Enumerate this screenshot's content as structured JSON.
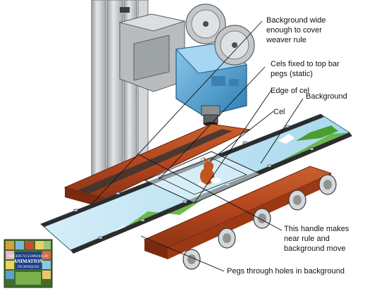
{
  "labels": {
    "background_wide": [
      "Background wide",
      "enough to cover",
      "weaver rule"
    ],
    "cels_fixed": [
      "Cels fixed to top bar",
      "pegs (static)"
    ],
    "edge_of_cel": "Edge of cel",
    "background": "Background",
    "cel": "Cel",
    "handle": [
      "This handle makes",
      "near rule and",
      "background move"
    ],
    "pegs": "Pegs through holes in background"
  },
  "book_cover": {
    "line1": "THE ENCYCLOPEDIA OF",
    "line2": "ANIMATION",
    "line3": "TECHNIQUES"
  },
  "colors": {
    "wood": "#b5461f",
    "wood_dark": "#7a2a10",
    "metal_blue": "#5aa6d6",
    "stand_gray": "#c9ccce",
    "cel_blue": "#bfe3f2",
    "grass_green": "#5fb23a",
    "rail_dark": "#2c2c2c"
  }
}
